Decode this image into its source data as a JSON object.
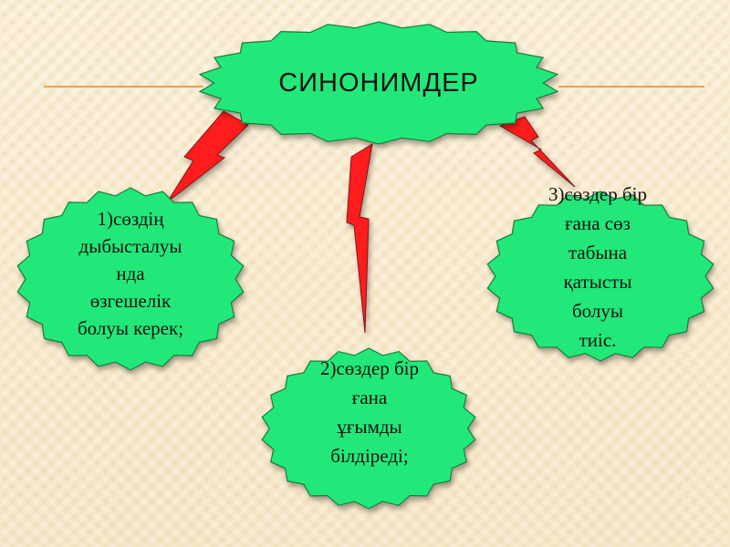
{
  "diagram": {
    "title": "СИНОНИМДЕР",
    "nodes": [
      {
        "label": "1)сөздің дыбысталуы нда өзгешелік болуы керек;",
        "lines": [
          "1)сөздің",
          "дыбысталуы",
          "нда",
          "өзгешелік",
          "болуы керек;"
        ]
      },
      {
        "label": "2)сөздер бір ғана ұғымды білдіреді;",
        "lines": [
          "2)сөздер бір",
          "ғана",
          "ұғымды",
          "білдіреді;"
        ]
      },
      {
        "label": "3)сөздер бір ғана сөз табына қатысты болуы тиіс.",
        "lines": [
          "3)сөздер бір",
          "ғана сөз",
          "табына",
          "қатысты",
          "болуы",
          "тиіс."
        ]
      }
    ],
    "colors": {
      "shape_fill": "#22e87a",
      "shape_stroke": "#1a7a3a",
      "bolt_fill": "#ff1a1a",
      "bolt_stroke": "#7a1a1a",
      "accent_line": "#f2a04a",
      "background": "#f7ead0"
    }
  }
}
